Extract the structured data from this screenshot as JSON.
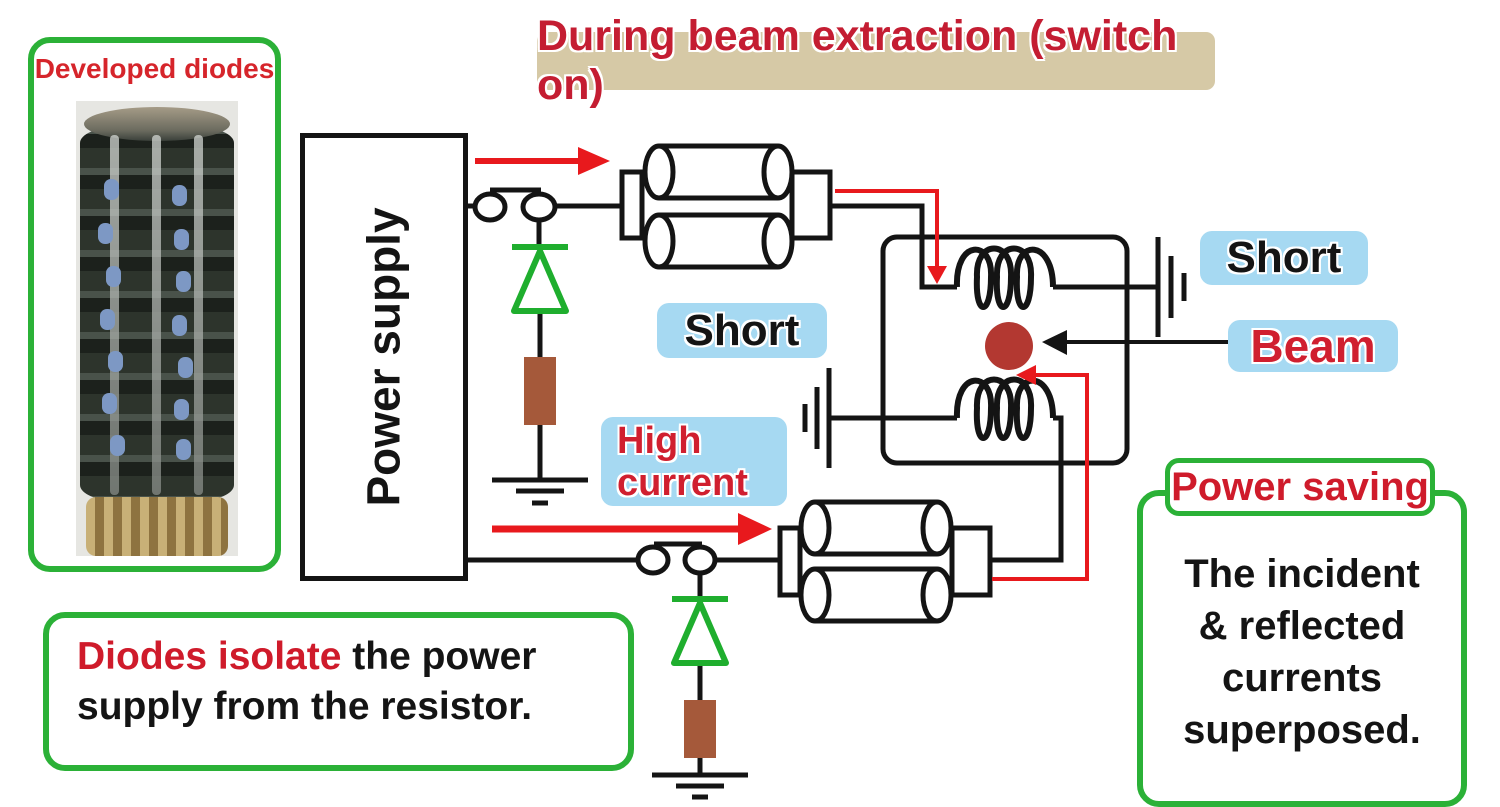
{
  "title": {
    "text": "During beam extraction (switch on)"
  },
  "photo_card": {
    "label": "Developed diodes"
  },
  "power_supply": {
    "label": "Power supply"
  },
  "flow_labels": {
    "short_mid": "Short",
    "short_right": "Short",
    "beam": "Beam",
    "high_current_line1": "High",
    "high_current_line2": "current"
  },
  "power_saving": {
    "header": "Power saving",
    "lines": [
      "The incident",
      "& reflected",
      "currents",
      "superposed."
    ]
  },
  "note": {
    "line1_red": "Diodes isolate",
    "line1_rest": "the power",
    "line2": "supply from the resistor."
  },
  "colors": {
    "title_bg": "#d6c9a6",
    "crimson_text": "#c41d32",
    "bright_red_text": "#cf1b2b",
    "arrow_red": "#e8191d",
    "green_border": "#2bb137",
    "diode_green": "#1fae2e",
    "label_blue_bg": "#a6d9f2",
    "resistor_brown": "#a5593a",
    "beam_dot": "#b33831",
    "wire_black": "#141414"
  }
}
